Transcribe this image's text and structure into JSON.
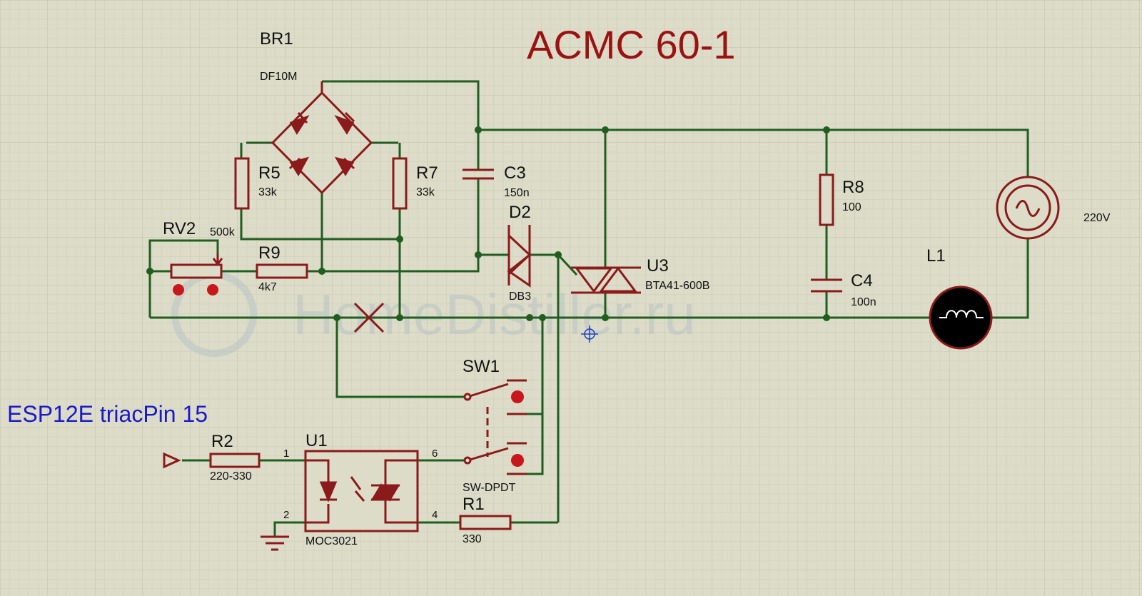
{
  "sheet": {
    "title": "ACMC 60-1",
    "watermark": "HomeDistiller.ru",
    "net_label": "ESP12E triacPin 15",
    "colors": {
      "background": "#dcdcc9",
      "grid_minor": "#cfcfbb",
      "grid_major": "#bdbda8",
      "wire": "#1f5e1f",
      "component": "#8b1a1a",
      "title": "#9b1212",
      "net_label": "#1a1ac8"
    }
  },
  "components": {
    "br1": {
      "ref": "BR1",
      "value": "DF10M"
    },
    "r5": {
      "ref": "R5",
      "value": "33k"
    },
    "r7": {
      "ref": "R7",
      "value": "33k"
    },
    "rv2": {
      "ref": "RV2",
      "value": "500k"
    },
    "r9": {
      "ref": "R9",
      "value": "4k7"
    },
    "c3": {
      "ref": "C3",
      "value": "150n"
    },
    "d2": {
      "ref": "D2",
      "value": "DB3"
    },
    "u3": {
      "ref": "U3",
      "value": "BTA41-600B"
    },
    "r8": {
      "ref": "R8",
      "value": "100"
    },
    "c4": {
      "ref": "C4",
      "value": "100n"
    },
    "l1": {
      "ref": "L1"
    },
    "v1": {
      "value": "220V"
    },
    "sw1": {
      "ref": "SW1",
      "value": "SW-DPDT"
    },
    "u1": {
      "ref": "U1",
      "value": "MOC3021",
      "pins": [
        "1",
        "2",
        "6",
        "4"
      ]
    },
    "r2": {
      "ref": "R2",
      "value": "220-330"
    },
    "r1": {
      "ref": "R1",
      "value": "330"
    }
  }
}
